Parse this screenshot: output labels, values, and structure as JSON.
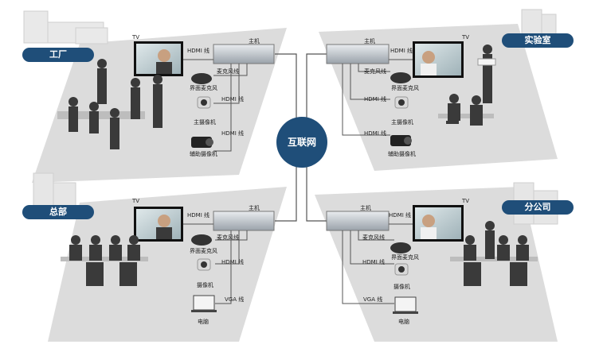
{
  "hub": {
    "label": "互联网"
  },
  "sites": {
    "factory": {
      "name": "工厂",
      "tv": "TV",
      "host": "主机",
      "hdmi_tv": "HDMI 线",
      "mic_line": "麦克风线",
      "mic": "界面麦克风",
      "hdmi_cam": "HDMI 线",
      "cam": "主摄像机",
      "hdmi_aux": "HDMI 线",
      "aux_cam": "辅助摄像机"
    },
    "lab": {
      "name": "实验室",
      "tv": "TV",
      "host": "主机",
      "hdmi_tv": "HDMI 线",
      "mic_line": "麦克风线",
      "mic": "界面麦克风",
      "hdmi_cam": "HDMI 线",
      "cam": "主摄像机",
      "hdmi_aux": "HDMI 线",
      "aux_cam": "辅助摄像机"
    },
    "hq": {
      "name": "总部",
      "tv": "TV",
      "host": "主机",
      "hdmi_tv": "HDMI 线",
      "mic_line": "麦克风线",
      "mic": "界面麦克风",
      "hdmi_cam": "HDMI 线",
      "cam": "摄像机",
      "vga": "VGA 线",
      "pc": "电脑"
    },
    "branch": {
      "name": "分公司",
      "tv": "TV",
      "host": "主机",
      "hdmi_tv": "HDMI 线",
      "mic_line": "麦克风线",
      "mic": "界面麦克风",
      "hdmi_cam": "HDMI 线",
      "cam": "摄像机",
      "vga": "VGA 线",
      "pc": "电脑"
    }
  },
  "colors": {
    "accent": "#1f4e79",
    "floor": "#dadada",
    "silhouette": "#3a3a3a"
  }
}
